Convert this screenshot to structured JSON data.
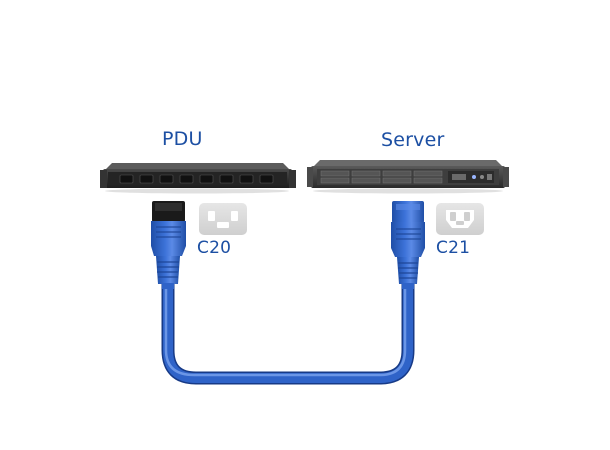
{
  "labels": {
    "pdu": "PDU",
    "server": "Server",
    "c20": "C20",
    "c21": "C21"
  },
  "colors": {
    "label_text": "#1c4fa3",
    "cable_blue": "#2f63c8",
    "cable_highlight": "#6a94e6",
    "cable_shadow": "#1b3f8f",
    "pdu_body": "#2b2b2b",
    "server_body": "#3a3a3a",
    "inlet_icon_gray": "#d9d9d9"
  },
  "icons": {
    "pdu": "rack-pdu-icon",
    "server": "rack-server-icon",
    "c20_plug": "c20-plug-icon",
    "c21_plug": "c21-plug-icon",
    "c20_face": "c20-connector-face-icon",
    "c21_face": "c21-connector-face-icon"
  }
}
